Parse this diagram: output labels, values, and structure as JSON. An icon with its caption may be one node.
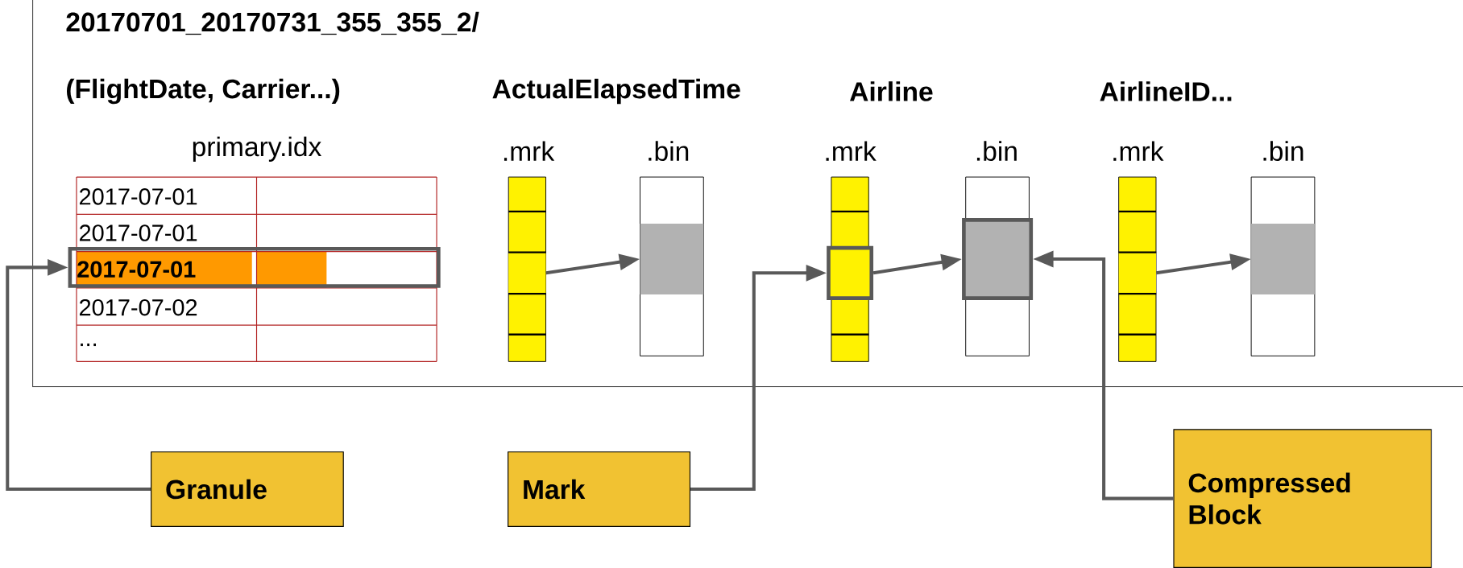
{
  "diagram": {
    "nodes": [
      {
        "text": [
          "20170701_20170731_355_355_2/"
        ]
      },
      {
        "text": [
          "2017-07-01"
        ],
        "in": 0
      },
      {
        "text": [],
        "shape": "box",
        "in": 0
      },
      {
        "text": [],
        "shape": "box",
        "in": 0
      },
      {
        "text": [],
        "shape": "box",
        "in": 0
      },
      {
        "text": [],
        "shape": "box",
        "in": 0
      },
      {
        "text": [],
        "shape": "box",
        "in": 0
      },
      {
        "text": [],
        "shape": "box",
        "in": 0
      },
      {
        "text": [
          "Granule"
        ]
      },
      {
        "text": [
          "Mark"
        ]
      },
      {
        "text": [
          "Compressed Block"
        ]
      }
    ],
    "edges": [
      {
        "from": 2,
        "to": 3,
        "arrow": "to"
      },
      {
        "from": 4,
        "to": 5,
        "arrow": "to"
      },
      {
        "from": 6,
        "to": 7,
        "arrow": "to"
      },
      {
        "from": 8,
        "to": 1,
        "arrow": "to"
      },
      {
        "from": 9,
        "to": 4,
        "arrow": "to"
      },
      {
        "from": 10,
        "to": 5,
        "arrow": "to"
      }
    ],
    "labels": [
      "(FlightDate, Carrier...)",
      "ActualElapsedTime",
      "Airline",
      "AirlineID...",
      "primary.idx",
      ".mrk",
      ".bin",
      ".mrk",
      ".bin",
      ".mrk",
      ".bin",
      "2017-07-01",
      "2017-07-01",
      "2017-07-02",
      "..."
    ]
  }
}
